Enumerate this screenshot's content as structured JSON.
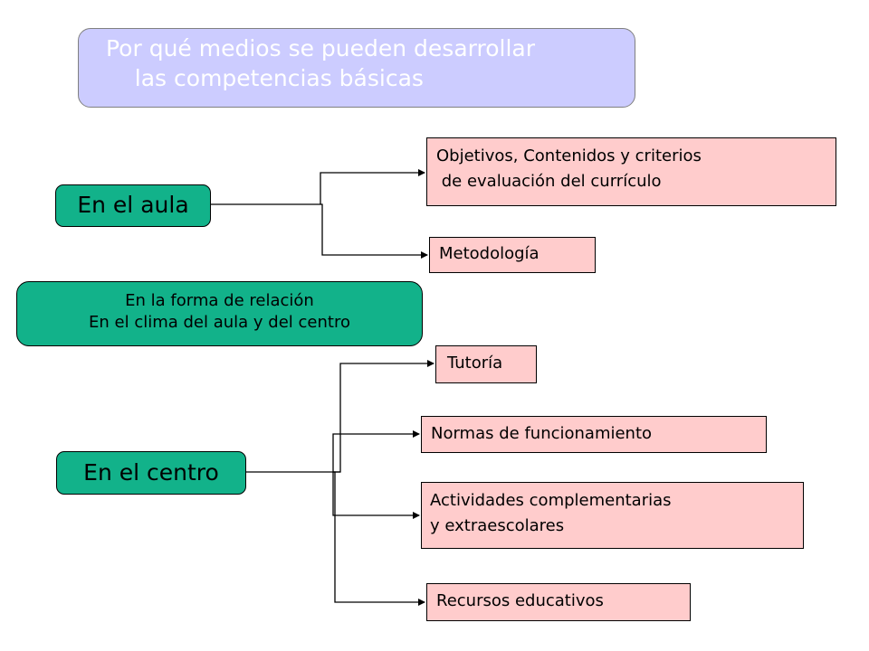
{
  "title": "Por qué medios se pueden desarrollar\n    las competencias básicas",
  "nodes": {
    "en_el_aula": "En el aula",
    "en_el_centro": "En el centro",
    "relacion": {
      "line1": "En la forma de relación",
      "line2": "En el clima del aula y del centro"
    }
  },
  "aula_branches": {
    "objetivos": "Objetivos, Contenidos y criterios\n de evaluación del currículo",
    "metodologia": "Metodología"
  },
  "centro_branches": {
    "tutoria": "Tutoría",
    "normas": "Normas de funcionamiento",
    "actividades": "Actividades complementarias\ny extraescolares",
    "recursos": "Recursos educativos"
  },
  "colors": {
    "title_fill": "#ccccff",
    "node_fill": "#12b28a",
    "branch_fill": "#ffcccc"
  }
}
